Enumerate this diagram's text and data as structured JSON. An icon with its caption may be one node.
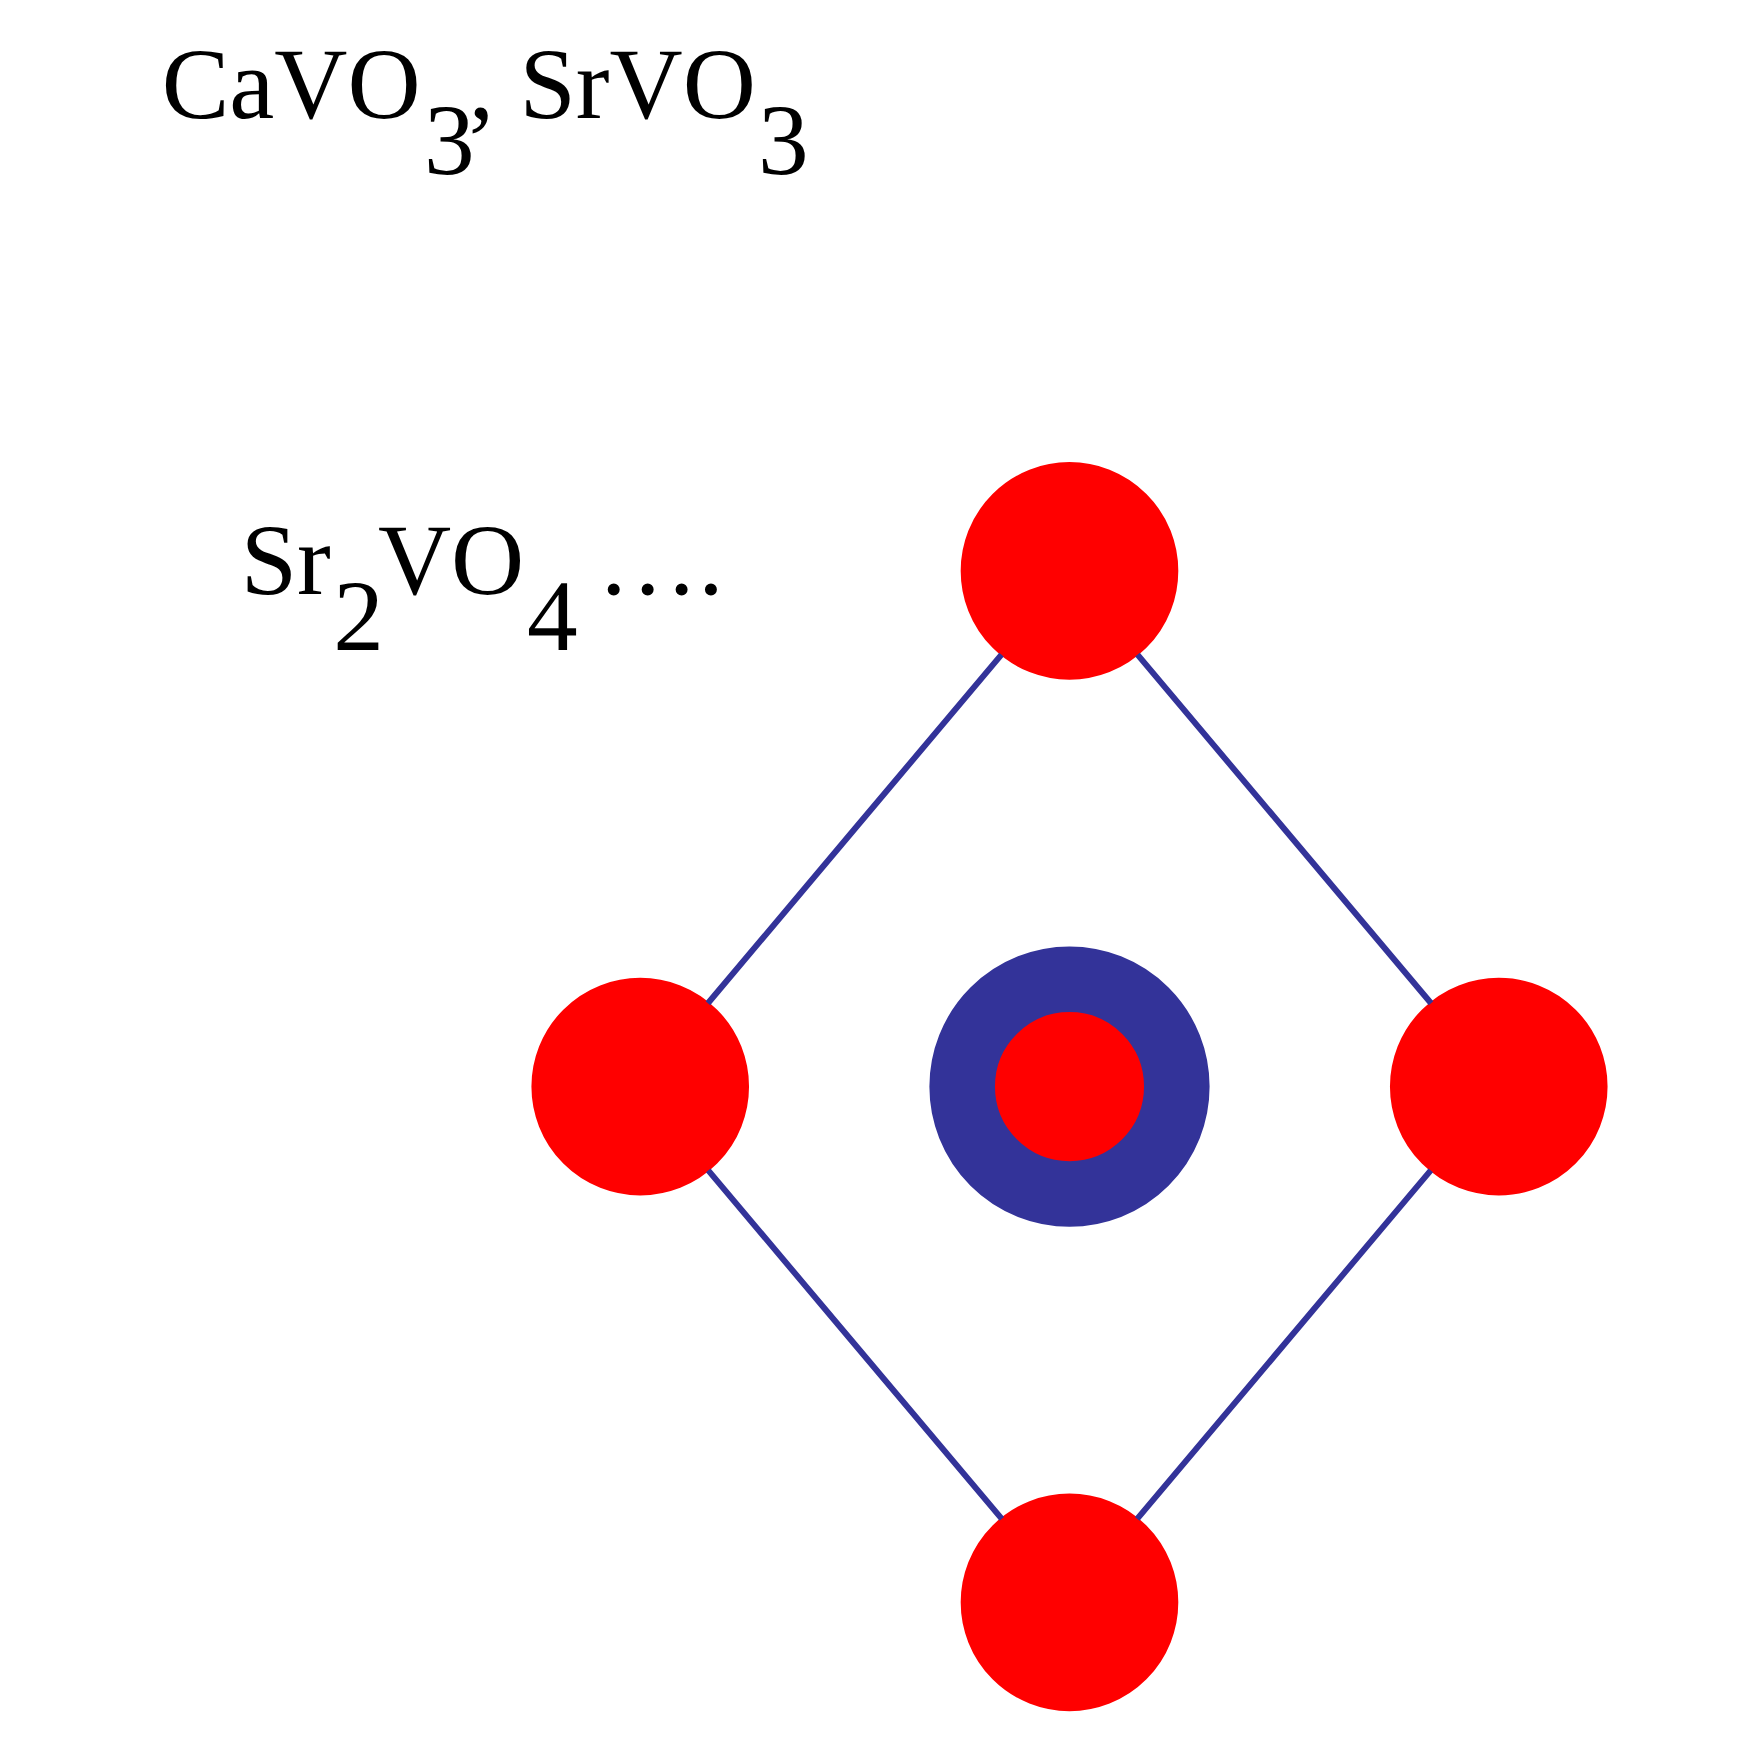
{
  "diagram": {
    "nodes": [
      {
        "text": [],
        "shape": "circle"
      },
      {
        "text": [],
        "shape": "circle"
      },
      {
        "text": [],
        "shape": "circle"
      },
      {
        "text": [],
        "shape": "circle"
      },
      {
        "text": [],
        "shape": "circle"
      }
    ],
    "edges": [
      {
        "from": 0,
        "to": 1,
        "arrow": "none"
      },
      {
        "from": 0,
        "to": 3,
        "arrow": "none"
      },
      {
        "from": 1,
        "to": 4,
        "arrow": "none"
      },
      {
        "from": 3,
        "to": 4,
        "arrow": "none"
      }
    ],
    "labels": [
      "CaVO$_{3}$, SrVO$_{3}$",
      "Sr$_{2}$VO$_{4}$ …."
    ]
  }
}
